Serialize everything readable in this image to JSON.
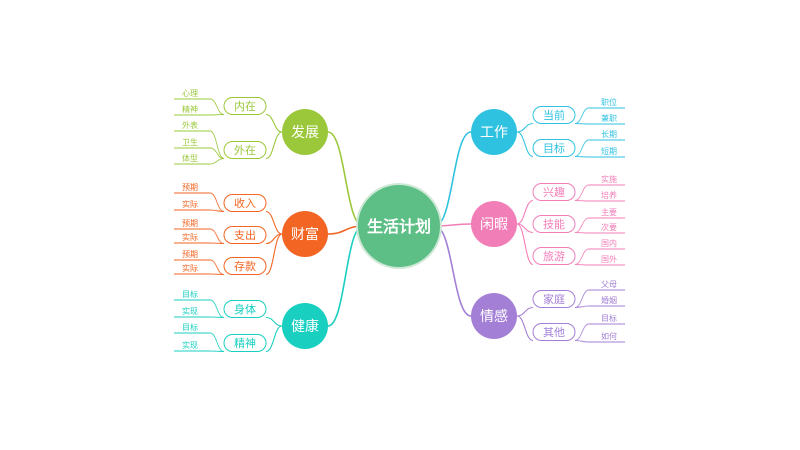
{
  "mindmap": {
    "center": {
      "label": "生活计划",
      "color": "#5dbf86"
    },
    "branches": [
      {
        "label": "发展",
        "side": "left",
        "color": "#9bc83a",
        "children": [
          {
            "label": "内在",
            "leaves": [
              "心理",
              "精神"
            ]
          },
          {
            "label": "外在",
            "leaves": [
              "外表",
              "卫生",
              "体型"
            ]
          }
        ]
      },
      {
        "label": "财富",
        "side": "left",
        "color": "#f26522",
        "children": [
          {
            "label": "收入",
            "leaves": [
              "预期",
              "实际"
            ]
          },
          {
            "label": "支出",
            "leaves": [
              "预期",
              "实际"
            ]
          },
          {
            "label": "存款",
            "leaves": [
              "预期",
              "实际"
            ]
          }
        ]
      },
      {
        "label": "健康",
        "side": "left",
        "color": "#19cfc0",
        "children": [
          {
            "label": "身体",
            "leaves": [
              "目标",
              "实现"
            ]
          },
          {
            "label": "精神",
            "leaves": [
              "目标",
              "实现"
            ]
          }
        ]
      },
      {
        "label": "工作",
        "side": "right",
        "color": "#2fc2e0",
        "children": [
          {
            "label": "当前",
            "leaves": [
              "职位",
              "兼职"
            ]
          },
          {
            "label": "目标",
            "leaves": [
              "长期",
              "短期"
            ]
          }
        ]
      },
      {
        "label": "闲暇",
        "side": "right",
        "color": "#f27eb8",
        "children": [
          {
            "label": "兴趣",
            "leaves": [
              "实施",
              "培养"
            ]
          },
          {
            "label": "技能",
            "leaves": [
              "主要",
              "次要"
            ]
          },
          {
            "label": "旅游",
            "leaves": [
              "国内",
              "国外"
            ]
          }
        ]
      },
      {
        "label": "情感",
        "side": "right",
        "color": "#a37fd6",
        "children": [
          {
            "label": "家庭",
            "leaves": [
              "父母",
              "婚姻"
            ]
          },
          {
            "label": "其他",
            "leaves": [
              "目标",
              "如何"
            ]
          }
        ]
      }
    ]
  }
}
